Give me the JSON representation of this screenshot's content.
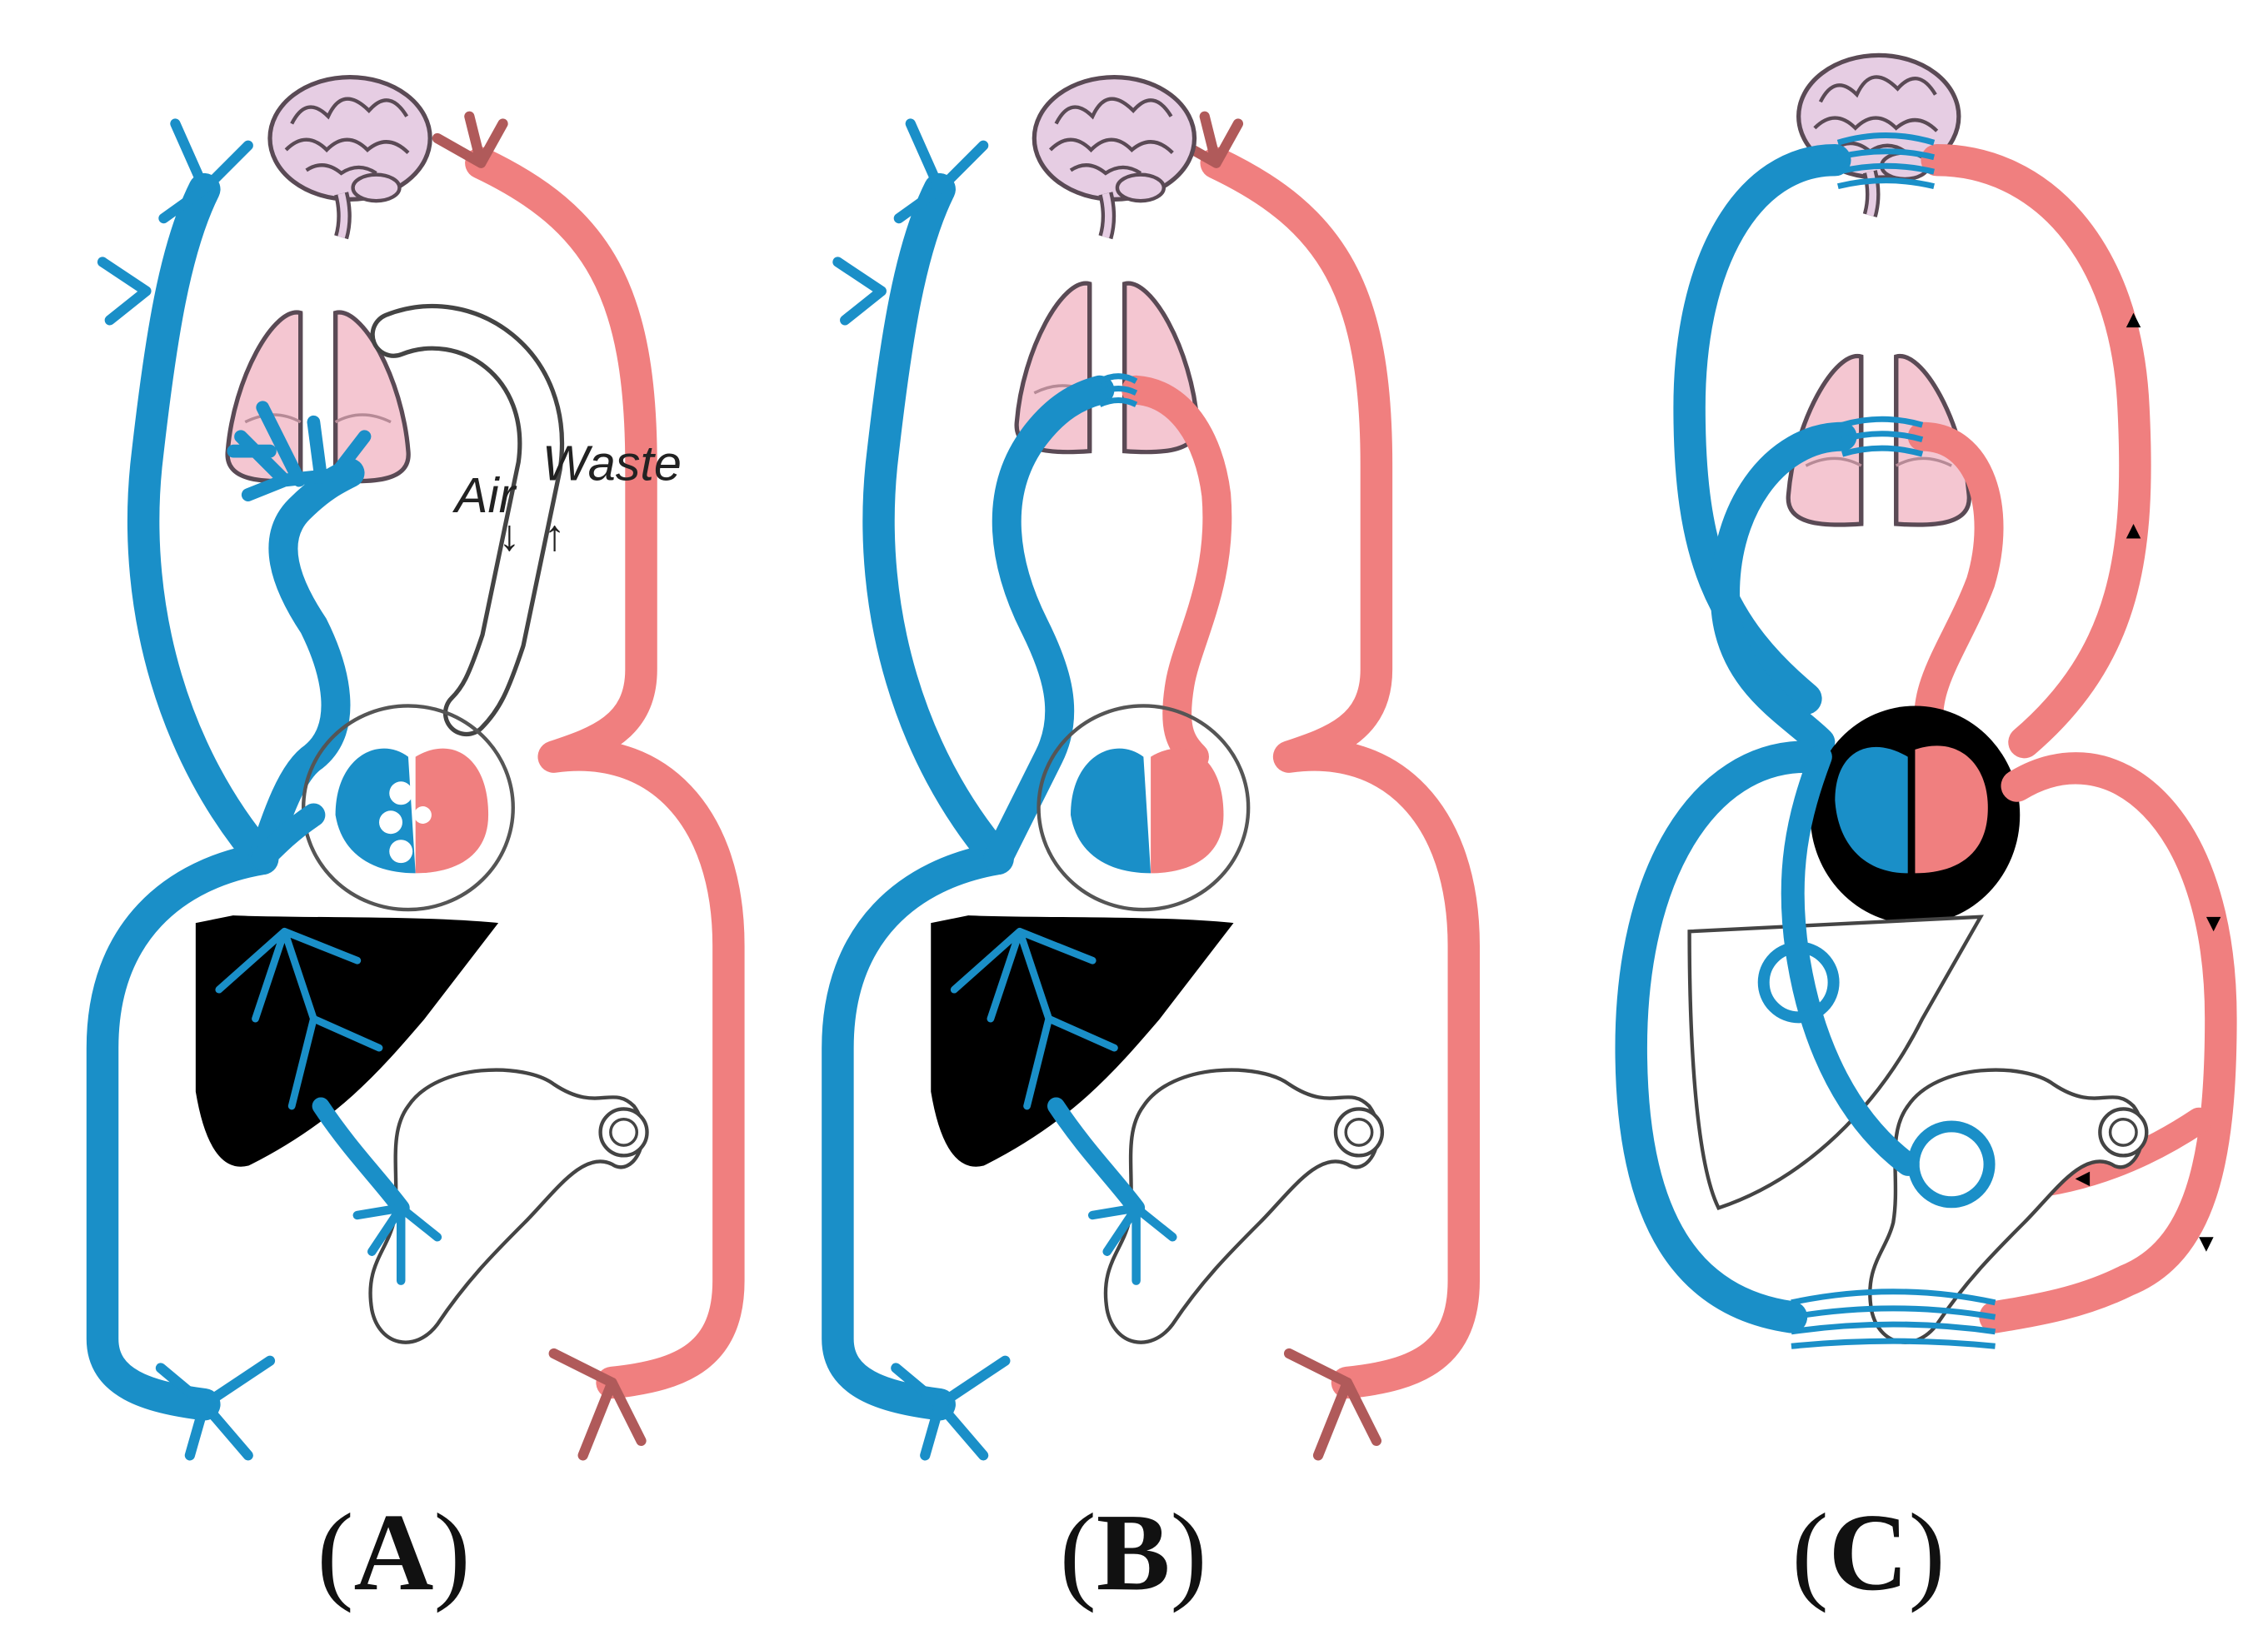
{
  "colors": {
    "venous": "#1a8fc8",
    "arterial": "#f07f7f",
    "highlight": "#bfe6f8",
    "lung": "#f4c6d1",
    "lung_outline": "#5a4a55",
    "organ_black": "#000000",
    "outline": "#444444",
    "brain": "#e6cde3"
  },
  "panels": [
    {
      "id": "A",
      "caption_open": "(",
      "caption_letter": "A",
      "caption_close": ")",
      "annotations": {
        "air": "Air",
        "waste": "Waste"
      }
    },
    {
      "id": "B",
      "caption_open": "(",
      "caption_letter": "B",
      "caption_close": ")"
    },
    {
      "id": "C",
      "caption_open": "(",
      "caption_letter": "C",
      "caption_close": ")"
    }
  ],
  "icons": [
    "brain-icon",
    "lungs-icon",
    "heart-icon",
    "liver-icon",
    "intestine-icon"
  ]
}
